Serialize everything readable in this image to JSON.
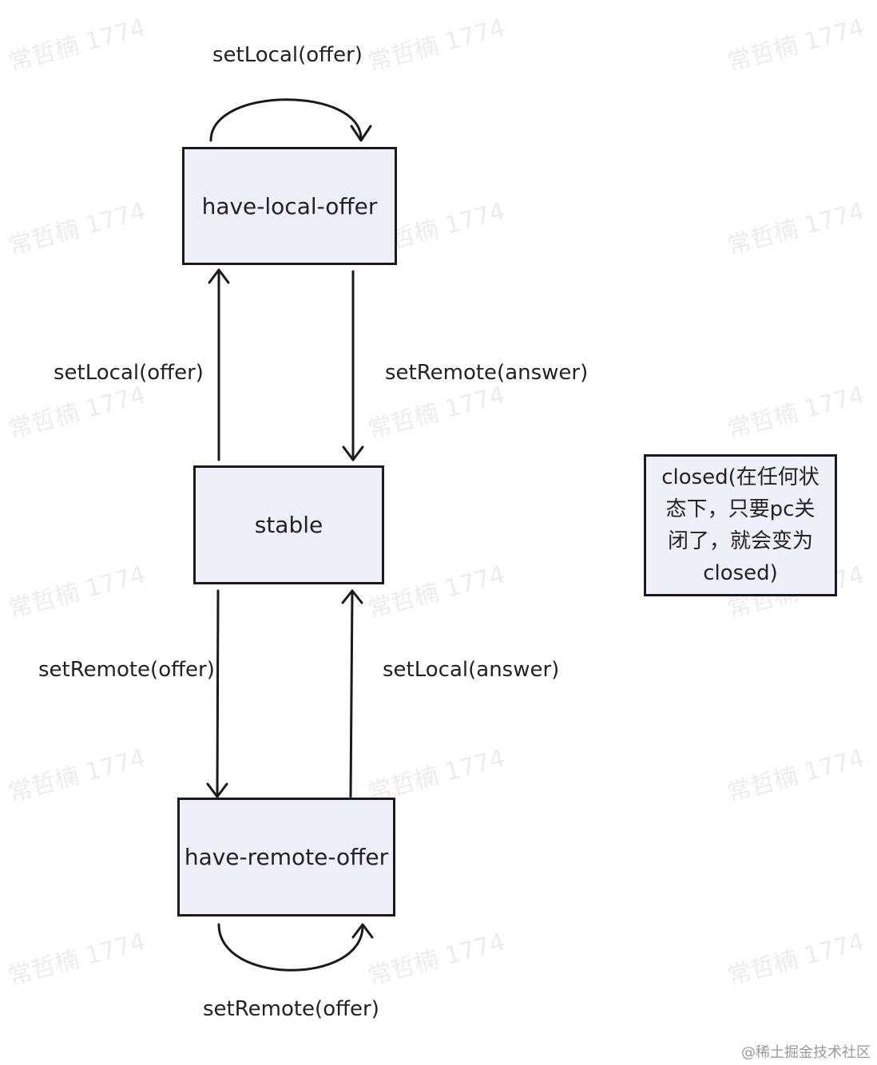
{
  "states": {
    "have_local_offer": "have-local-offer",
    "stable": "stable",
    "have_remote_offer": "have-remote-offer"
  },
  "note": {
    "closed_lines": [
      "closed(在任何状",
      "态下，只要pc关",
      "闭了，就会变为",
      "closed)"
    ]
  },
  "edges": {
    "self_local_offer": "setLocal(offer)",
    "stable_to_local_offer": "setLocal(offer)",
    "local_offer_to_stable": "setRemote(answer)",
    "stable_to_remote_offer": "setRemote(offer)",
    "remote_offer_to_stable": "setLocal(answer)",
    "self_remote_offer": "setRemote(offer)"
  },
  "watermark": "常哲楠 1774",
  "footer": "@稀土掘金技术社区",
  "colors": {
    "box_fill": "#edf0f8",
    "stroke": "#1a1a1a",
    "text": "#222222"
  }
}
